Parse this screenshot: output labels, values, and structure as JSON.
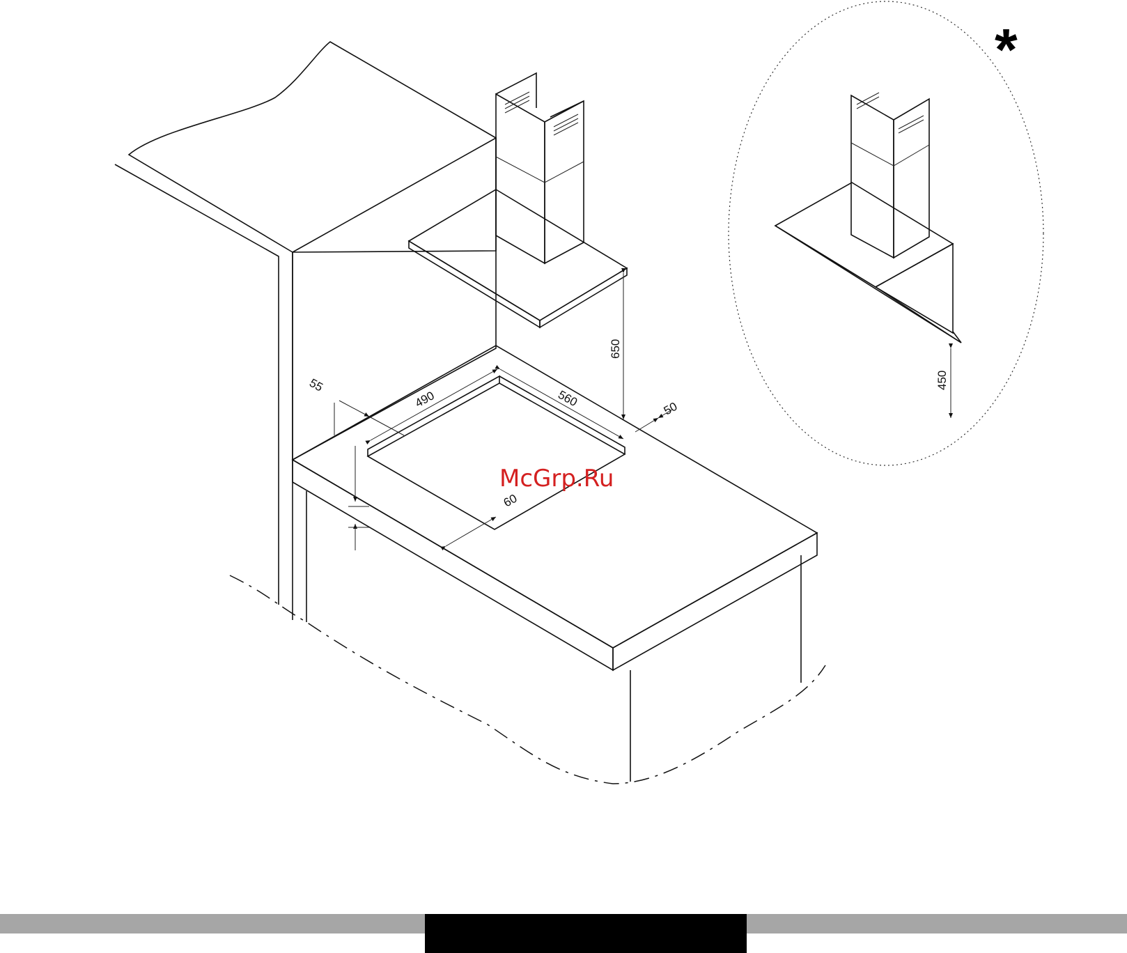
{
  "diagram": {
    "dimensions": {
      "hood_height_main": "650",
      "hood_height_alt": "450",
      "cutout_depth": "490",
      "cutout_width": "560",
      "margin_back": "50",
      "margin_side": "55",
      "margin_front": "60"
    },
    "alt_marker": "*"
  },
  "watermark": "McGrp.Ru",
  "colors": {
    "countertop": "#bdbdbd",
    "wall": "#d9d9d9",
    "watermark": "#d42020",
    "footer_bar": "#a6a6a6",
    "footer_block": "#000000"
  }
}
